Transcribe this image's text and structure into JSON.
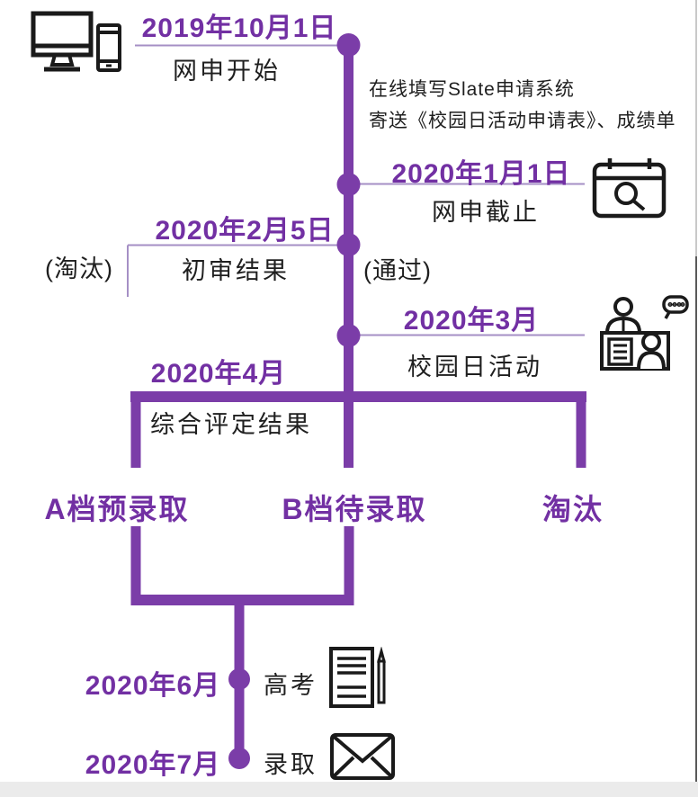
{
  "page": {
    "background": "#ffffff",
    "footer_bar_color": "#EBEBEB"
  },
  "colors": {
    "purple_text": "#7230A3",
    "purple_line": "#7B3DA8",
    "purple_thin": "#A58FC5",
    "icon_black": "#1A1A1A",
    "text_black": "#1F1F1F"
  },
  "timeline": {
    "nodes": [
      {
        "date": "2019年10月1日",
        "label": "网申开始",
        "details": [
          "在线填写Slate申请系统",
          "寄送《校园日活动申请表》、成绩单"
        ],
        "icon": "devices-icon"
      },
      {
        "date": "2020年1月1日",
        "label": "网申截止",
        "icon": "calendar-search-icon"
      },
      {
        "date": "2020年2月5日",
        "label": "初审结果",
        "left_tag": "(淘汰)",
        "right_tag": "(通过)"
      },
      {
        "date": "2020年3月",
        "label": "校园日活动",
        "icon": "interview-icon"
      },
      {
        "date": "2020年4月",
        "label": "综合评定结果"
      }
    ],
    "branches": [
      {
        "label": "A档预录取"
      },
      {
        "label": "B档待录取"
      },
      {
        "label": "淘汰"
      }
    ],
    "final_nodes": [
      {
        "date": "2020年6月",
        "label": "高考",
        "icon": "exam-paper-icon"
      },
      {
        "date": "2020年7月",
        "label": "录取",
        "icon": "envelope-icon"
      }
    ]
  }
}
